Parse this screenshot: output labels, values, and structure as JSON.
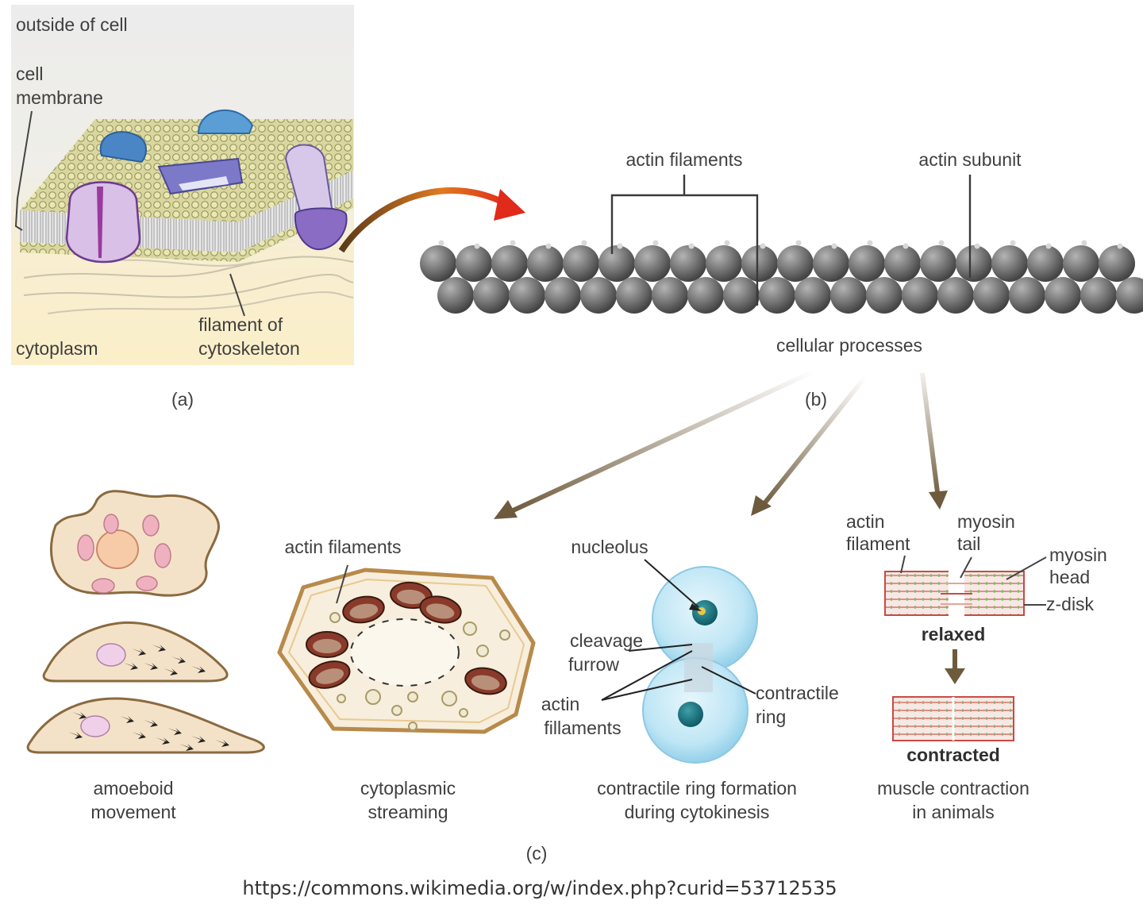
{
  "panel_a": {
    "outside_of_cell": "outside of cell",
    "cell_membrane_1": "cell",
    "cell_membrane_2": "membrane",
    "cytoplasm": "cytoplasm",
    "filament_1": "filament of",
    "filament_2": "cytoskeleton",
    "caption": "(a)"
  },
  "panel_b": {
    "actin_filaments": "actin filaments",
    "actin_subunit": "actin subunit",
    "cellular_processes": "cellular processes",
    "caption": "(b)"
  },
  "panel_c": {
    "amoeboid_1": "amoeboid",
    "amoeboid_2": "movement",
    "streaming_label": "actin filaments",
    "streaming_1": "cytoplasmic",
    "streaming_2": "streaming",
    "nucleolus": "nucleolus",
    "cleavage_1": "cleavage",
    "cleavage_2": "furrow",
    "actin_fil_1": "actin",
    "actin_fil_2": "fillaments",
    "contractile_1": "contractile",
    "contractile_2": "ring",
    "ring_caption_1": "contractile ring formation",
    "ring_caption_2": "during cytokinesis",
    "muscle_actin_1": "actin",
    "muscle_actin_2": "filament",
    "myosin_tail_1": "myosin",
    "myosin_tail_2": "tail",
    "myosin_head_1": "myosin",
    "myosin_head_2": "head",
    "z_disk": "z-disk",
    "relaxed": "relaxed",
    "contracted": "contracted",
    "muscle_caption_1": "muscle contraction",
    "muscle_caption_2": "in animals",
    "caption": "(c)"
  },
  "source_url": "https://commons.wikimedia.org/w/index.php?curid=53712535"
}
